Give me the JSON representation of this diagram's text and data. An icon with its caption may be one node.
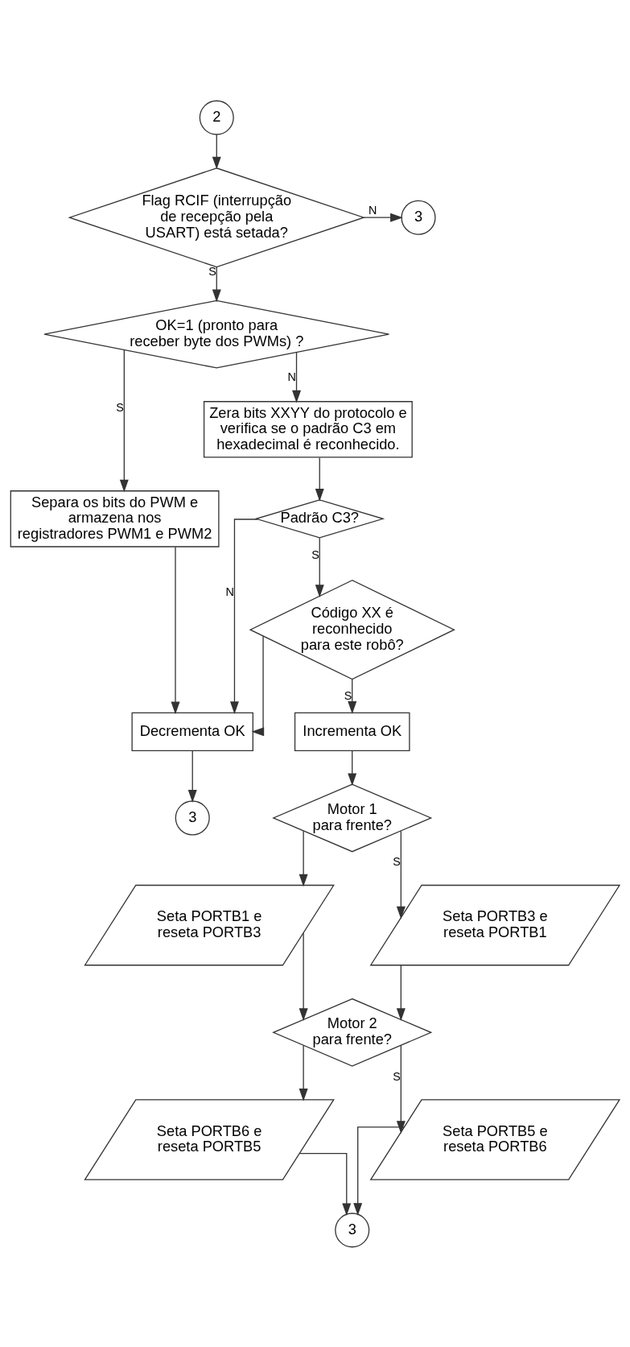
{
  "diagram": {
    "nodes": [
      {
        "text": [
          "2"
        ]
      },
      {
        "text": [
          "Flag RCIF (interrupção de recepção pela USART) está setada?"
        ]
      },
      {
        "text": [
          "3"
        ]
      },
      {
        "text": [
          "OK=1 (pronto para receber byte dos PWMs) ?"
        ]
      },
      {
        "text": [
          "Separa os bits do PWM e armazena nos registradores PWM1 e PWM2"
        ]
      },
      {
        "text": [
          "Zera bits XXYY do protocolo e verifica se o padrão C3 em hexadecimal é reconhecido."
        ]
      },
      {
        "text": [
          "Padrão C3?"
        ]
      },
      {
        "text": [
          "Código XX é reconhecido para este robô?"
        ]
      },
      {
        "text": [
          "Decrementa OK"
        ]
      },
      {
        "text": [
          "3"
        ]
      },
      {
        "text": [
          "Incrementa OK"
        ]
      },
      {
        "text": [
          "Motor 1 para frente?"
        ]
      },
      {
        "text": [
          "Seta PORTB1 e reseta PORTB3"
        ]
      },
      {
        "text": [
          "Seta PORTB3 e reseta PORTB1"
        ]
      },
      {
        "text": [
          "Motor 2 para frente?"
        ]
      },
      {
        "text": [
          "Seta PORTB6 e reseta PORTB5"
        ]
      },
      {
        "text": [
          "Seta PORTB5 e reseta PORTB6"
        ]
      },
      {
        "text": [
          "3"
        ]
      }
    ],
    "edges": [
      {
        "from": 0,
        "to": 1,
        "arrow": "to"
      },
      {
        "from": 1,
        "to": 2,
        "arrow": "to",
        "label": "N"
      },
      {
        "from": 1,
        "to": 3,
        "arrow": "to",
        "label": "S"
      },
      {
        "from": 3,
        "to": 4,
        "arrow": "to",
        "label": "S"
      },
      {
        "from": 3,
        "to": 5,
        "arrow": "to",
        "label": "N"
      },
      {
        "from": 5,
        "to": 6,
        "arrow": "to"
      },
      {
        "from": 6,
        "to": 8,
        "arrow": "to",
        "label": "N"
      },
      {
        "from": 4,
        "to": 8,
        "arrow": "to"
      },
      {
        "from": 6,
        "to": 7,
        "arrow": "to",
        "label": "S"
      },
      {
        "from": 7,
        "to": 8,
        "arrow": "to"
      },
      {
        "from": 8,
        "to": 9,
        "arrow": "to"
      },
      {
        "from": 7,
        "to": 10,
        "arrow": "to",
        "label": "S"
      },
      {
        "from": 10,
        "to": 11,
        "arrow": "to"
      },
      {
        "from": 11,
        "to": 12,
        "arrow": "to"
      },
      {
        "from": 11,
        "to": 13,
        "arrow": "to",
        "label": "S"
      },
      {
        "from": 13,
        "to": 14,
        "arrow": "to"
      },
      {
        "from": 12,
        "to": 14,
        "arrow": "to"
      },
      {
        "from": 14,
        "to": 15,
        "arrow": "to"
      },
      {
        "from": 14,
        "to": 16,
        "arrow": "to",
        "label": "S"
      },
      {
        "from": 16,
        "to": 17,
        "arrow": "to"
      },
      {
        "from": 15,
        "to": 17,
        "arrow": "to"
      }
    ]
  }
}
